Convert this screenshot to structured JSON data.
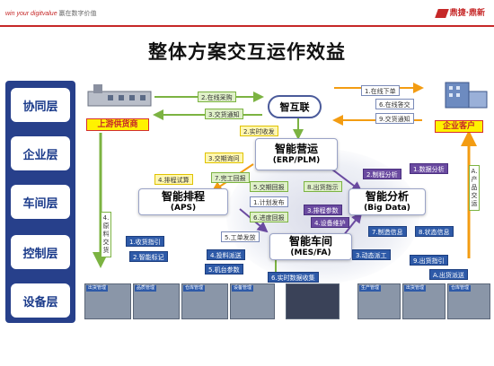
{
  "header": {
    "slogan_brand": "win your digitvalue",
    "slogan_cn": "赢在数字价值",
    "logo_text": "鼎捷·鼎新"
  },
  "title": "整体方案交互运作效益",
  "layers": [
    "协同层",
    "企业层",
    "车间层",
    "控制层",
    "设备层"
  ],
  "entities": {
    "upstream": "上游供货商",
    "customer": "企业客户",
    "cloud": "智互联"
  },
  "nodes": {
    "erp_title": "智能营运",
    "erp_sub": "(ERP/PLM)",
    "aps_title": "智能排程",
    "aps_sub": "(APS)",
    "bigdata_title": "智能分析",
    "bigdata_sub": "(Big Data)",
    "mes_title": "智能车间",
    "mes_sub": "(MES/FA)"
  },
  "tags": {
    "t2": "2.在线采购",
    "t3": "3.交货通知",
    "t1": "1.在线下单",
    "t6": "6.在线答交",
    "t9": "9.交货通知",
    "t2b": "2.实时收发",
    "t3b": "3.交期询问",
    "t4": "4.排程试算",
    "t7": "7.完工回报",
    "t5": "5.交期回报",
    "t8": "8.出货指示",
    "t1b": "1.计划发布",
    "t3c": "3.排程参数",
    "t6b": "6.进度回报",
    "t5b": "5.工单发放",
    "t4b": "4.设备维护",
    "t2c": "2.制程分析",
    "t1c": "1.数据分析",
    "t1d": "1.收货指引",
    "t2d": "2.智能标记",
    "t4c": "4.投料派送",
    "t5c": "5.机台参数",
    "t6c": "6.实时数据收集",
    "t3d": "3.动态派工",
    "t7b": "7.制造信息",
    "t8b": "8.状态信息",
    "t9b": "9.出货指引",
    "tA": "A.出货派送",
    "v4": "4.原料交货",
    "vA": "A.产品交运"
  },
  "photo_caps": [
    "出货管理",
    "品质管理",
    "仓库管理",
    "设备管理",
    "生产管理",
    "出货管理",
    "仓库管理"
  ],
  "colors": {
    "layer_bg": "#27408b",
    "accent_red": "#c62828",
    "arrow_green": "#7cb342",
    "arrow_orange": "#f39c12",
    "arrow_purple": "#6a4aa0"
  }
}
